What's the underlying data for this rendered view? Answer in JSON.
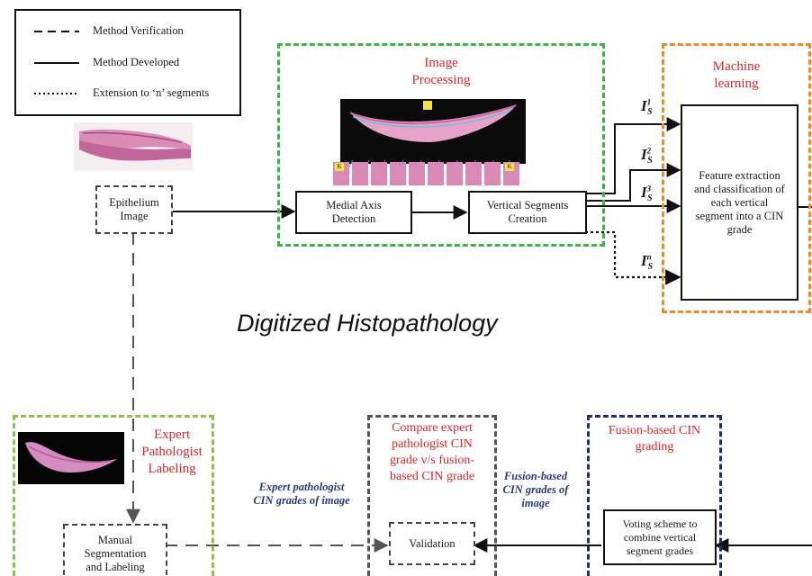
{
  "legend": {
    "items": [
      {
        "style": "dashed",
        "label": "Method Verification"
      },
      {
        "style": "solid",
        "label": "Method Developed"
      },
      {
        "style": "dotted",
        "label": "Extension to ‘n’ segments"
      }
    ]
  },
  "nodes": {
    "epithelium": "Epithelium\nImage",
    "medial_axis": "Medial Axis\nDetection",
    "vertical_segments": "Vertical Segments\nCreation",
    "feature_extraction": "Feature extraction\nand classification of\neach vertical\nsegment into a CIN\ngrade",
    "manual_segmentation": "Manual\nSegmentation\nand Labeling",
    "validation": "Validation",
    "voting": "Voting scheme to\ncombine vertical\nsegment grades"
  },
  "regions": {
    "image_processing": "Image\nProcessing",
    "machine_learning": "Machine\nlearning",
    "expert_labeling": "Expert\nPathologist\nLabeling",
    "compare": "Compare expert\npathologist CIN\ngrade v/s fusion-\nbased CIN grade",
    "fusion": "Fusion-based CIN\ngrading"
  },
  "segment_inputs": [
    {
      "base": "I",
      "sup": "1",
      "sub": "S"
    },
    {
      "base": "I",
      "sup": "2",
      "sub": "S"
    },
    {
      "base": "I",
      "sup": "3",
      "sub": "S"
    },
    {
      "base": "I",
      "sup": "n",
      "sub": "S"
    }
  ],
  "edge_labels": {
    "expert_grades": "Expert pathologist\nCIN grades of image",
    "fusion_grades": "Fusion-based\nCIN grades of\nimage"
  },
  "segment_strip_label": "K",
  "caption": "Digitized Histopathology",
  "colors": {
    "image_processing_border": "#3bb54a",
    "machine_learning_border": "#f08a24",
    "expert_border": "#8cc152",
    "compare_border": "#555555",
    "fusion_border": "#1f2f6b",
    "region_title": "#d8262b",
    "edge_label": "#2a3a7a"
  }
}
